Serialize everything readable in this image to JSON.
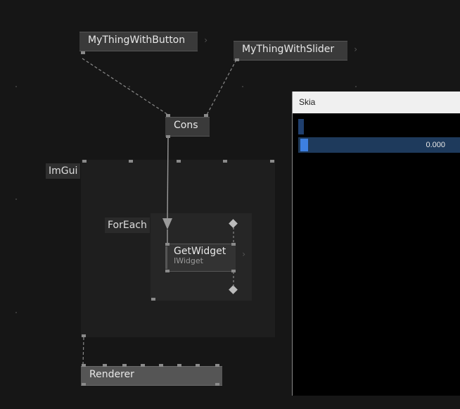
{
  "nodes": {
    "button_node": "MyThingWithButton",
    "slider_node": "MyThingWithSlider",
    "cons_node": "Cons",
    "getwidget_node": "GetWidget",
    "getwidget_type": "IWidget",
    "renderer_node": "Renderer"
  },
  "regions": {
    "imgui_label": "ImGui",
    "foreach_label": "ForEach"
  },
  "skia_window": {
    "title": "Skia",
    "slider_value": "0.000",
    "slider_fraction": 0.0,
    "accent_color": "#3d7fe0"
  },
  "icons": {
    "chevron": "›"
  }
}
